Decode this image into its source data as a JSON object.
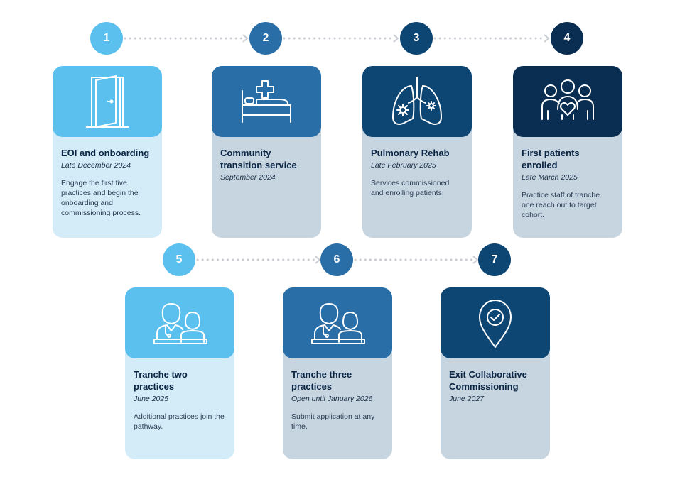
{
  "steps": [
    {
      "number": "1",
      "icon": "door-icon",
      "title": "EOI and onboarding",
      "date": "Late December 2024",
      "description": "Engage the first five practices and begin the onboarding and commissioning process."
    },
    {
      "number": "2",
      "icon": "hospital-bed-icon",
      "title": "Community transition service",
      "date": "September 2024",
      "description": ""
    },
    {
      "number": "3",
      "icon": "lungs-icon",
      "title": "Pulmonary Rehab",
      "date": "Late February 2025",
      "description": "Services commissioned and enrolling patients."
    },
    {
      "number": "4",
      "icon": "family-icon",
      "title": "First patients enrolled",
      "date": "Late March 2025",
      "description": "Practice staff of tranche one reach out to target cohort."
    },
    {
      "number": "5",
      "icon": "doctor-patient-icon",
      "title": "Tranche two practices",
      "date": "June 2025",
      "description": "Additional practices join the pathway."
    },
    {
      "number": "6",
      "icon": "doctor-patient-icon",
      "title": "Tranche three practices",
      "date": "Open until January 2026",
      "description": "Submit application at any time."
    },
    {
      "number": "7",
      "icon": "location-check-icon",
      "title": "Exit Collaborative Commissioning",
      "date": "June 2027",
      "description": ""
    }
  ],
  "colors": {
    "light_blue": "#5bc0ee",
    "mid_blue": "#2a6ea8",
    "dark_blue": "#0d4573",
    "navy": "#0a2d52",
    "light_panel": "#d3ecf8",
    "grey_panel": "#c7d5e0",
    "connector": "#c9cdd3"
  }
}
